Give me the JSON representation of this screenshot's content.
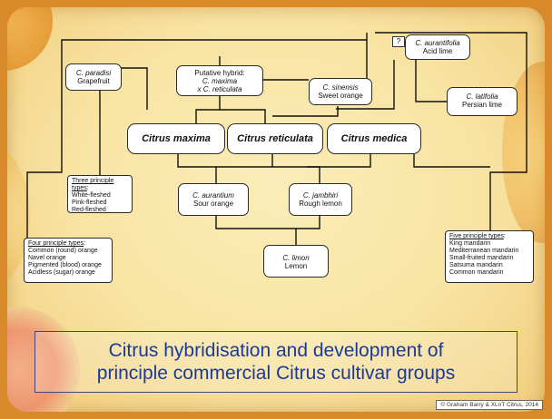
{
  "diagram": {
    "hybrid_box": {
      "line1": "Putative hybrid:",
      "line2": "C. maxima",
      "line3": "x C. reticulata"
    },
    "paradisi": {
      "sci": "C. paradisi",
      "common": "Grapefruit"
    },
    "sinensis": {
      "sci": "C. sinensis",
      "common": "Sweet orange"
    },
    "aurantifolia": {
      "sci": "C. aurantifolia",
      "common": "Acid lime"
    },
    "question": "?",
    "latifolia": {
      "sci": "C. latifolia",
      "common": "Persian lime"
    },
    "maxima": "Citrus maxima",
    "reticulata": "Citrus reticulata",
    "medica": "Citrus medica",
    "aurantium": {
      "sci": "C. aurantium",
      "common": "Sour orange"
    },
    "jambhiri": {
      "sci": "C. jambhiri",
      "common": "Rough lemon"
    },
    "limon": {
      "sci": "C. limon",
      "common": "Lemon"
    },
    "grapefruit_types": {
      "header": "Three principle types",
      "colon": ":",
      "items": [
        "White-fleshed",
        "Pink-fleshed",
        "Red-fleshed"
      ]
    },
    "orange_types": {
      "header": "Four principle types",
      "colon": ":",
      "items": [
        "Common (round) orange",
        "Navel orange",
        "Pigmented (blood) orange",
        "Acidless (sugar) orange"
      ]
    },
    "mandarin_types": {
      "header": "Five principle types",
      "colon": ":",
      "items": [
        "King mandarin",
        "Mediterranean mandarin",
        "Small-fruited mandarin",
        "Satsuma mandarin",
        "Common mandarin"
      ]
    }
  },
  "title": {
    "line1": "Citrus hybridisation and development of",
    "line2": "principle commercial Citrus cultivar groups"
  },
  "copyright": "© Graham Barry & XLnT Citrus, 2014",
  "colors": {
    "title_text": "#1a3a9a",
    "background": "#fbedb9",
    "frame": "#d88a2a"
  }
}
